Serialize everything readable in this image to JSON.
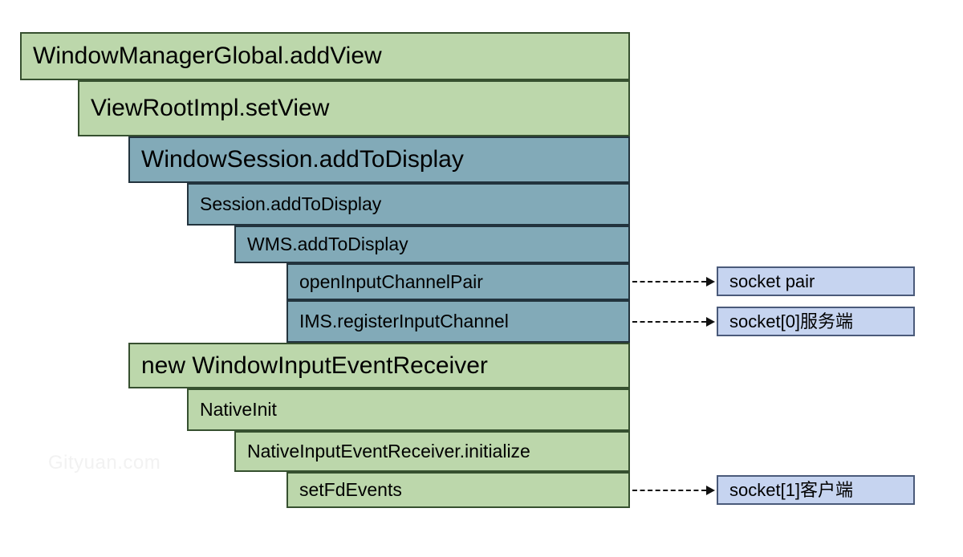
{
  "diagram": {
    "type": "call-stack",
    "watermark": "Gityuan.com",
    "colors": {
      "green_fill": "#bcd7ab",
      "green_border": "#36502f",
      "blue_fill": "#82aab8",
      "blue_border": "#22333d",
      "socket_fill": "#c6d4f0",
      "socket_border": "#4a5a7a",
      "arrow": "#111111",
      "background": "#ffffff"
    },
    "stack": [
      {
        "label": "WindowManagerGlobal.addView",
        "color": "green",
        "depth": 0
      },
      {
        "label": "ViewRootImpl.setView",
        "color": "green",
        "depth": 1
      },
      {
        "label": "WindowSession.addToDisplay",
        "color": "blue",
        "depth": 2
      },
      {
        "label": "Session.addToDisplay",
        "color": "blue",
        "depth": 3
      },
      {
        "label": "WMS.addToDisplay",
        "color": "blue",
        "depth": 4
      },
      {
        "label": "openInputChannelPair",
        "color": "blue",
        "depth": 5
      },
      {
        "label": "IMS.registerInputChannel",
        "color": "blue",
        "depth": 5
      },
      {
        "label": "new WindowInputEventReceiver",
        "color": "green",
        "depth": 2
      },
      {
        "label": "NativeInit",
        "color": "green",
        "depth": 3
      },
      {
        "label": "NativeInputEventReceiver.initialize",
        "color": "green",
        "depth": 4
      },
      {
        "label": "setFdEvents",
        "color": "green",
        "depth": 5
      }
    ],
    "sockets": [
      {
        "label": "socket pair",
        "from": "openInputChannelPair"
      },
      {
        "label": "socket[0]服务端",
        "from": "IMS.registerInputChannel"
      },
      {
        "label": "socket[1]客户端",
        "from": "setFdEvents"
      }
    ]
  }
}
